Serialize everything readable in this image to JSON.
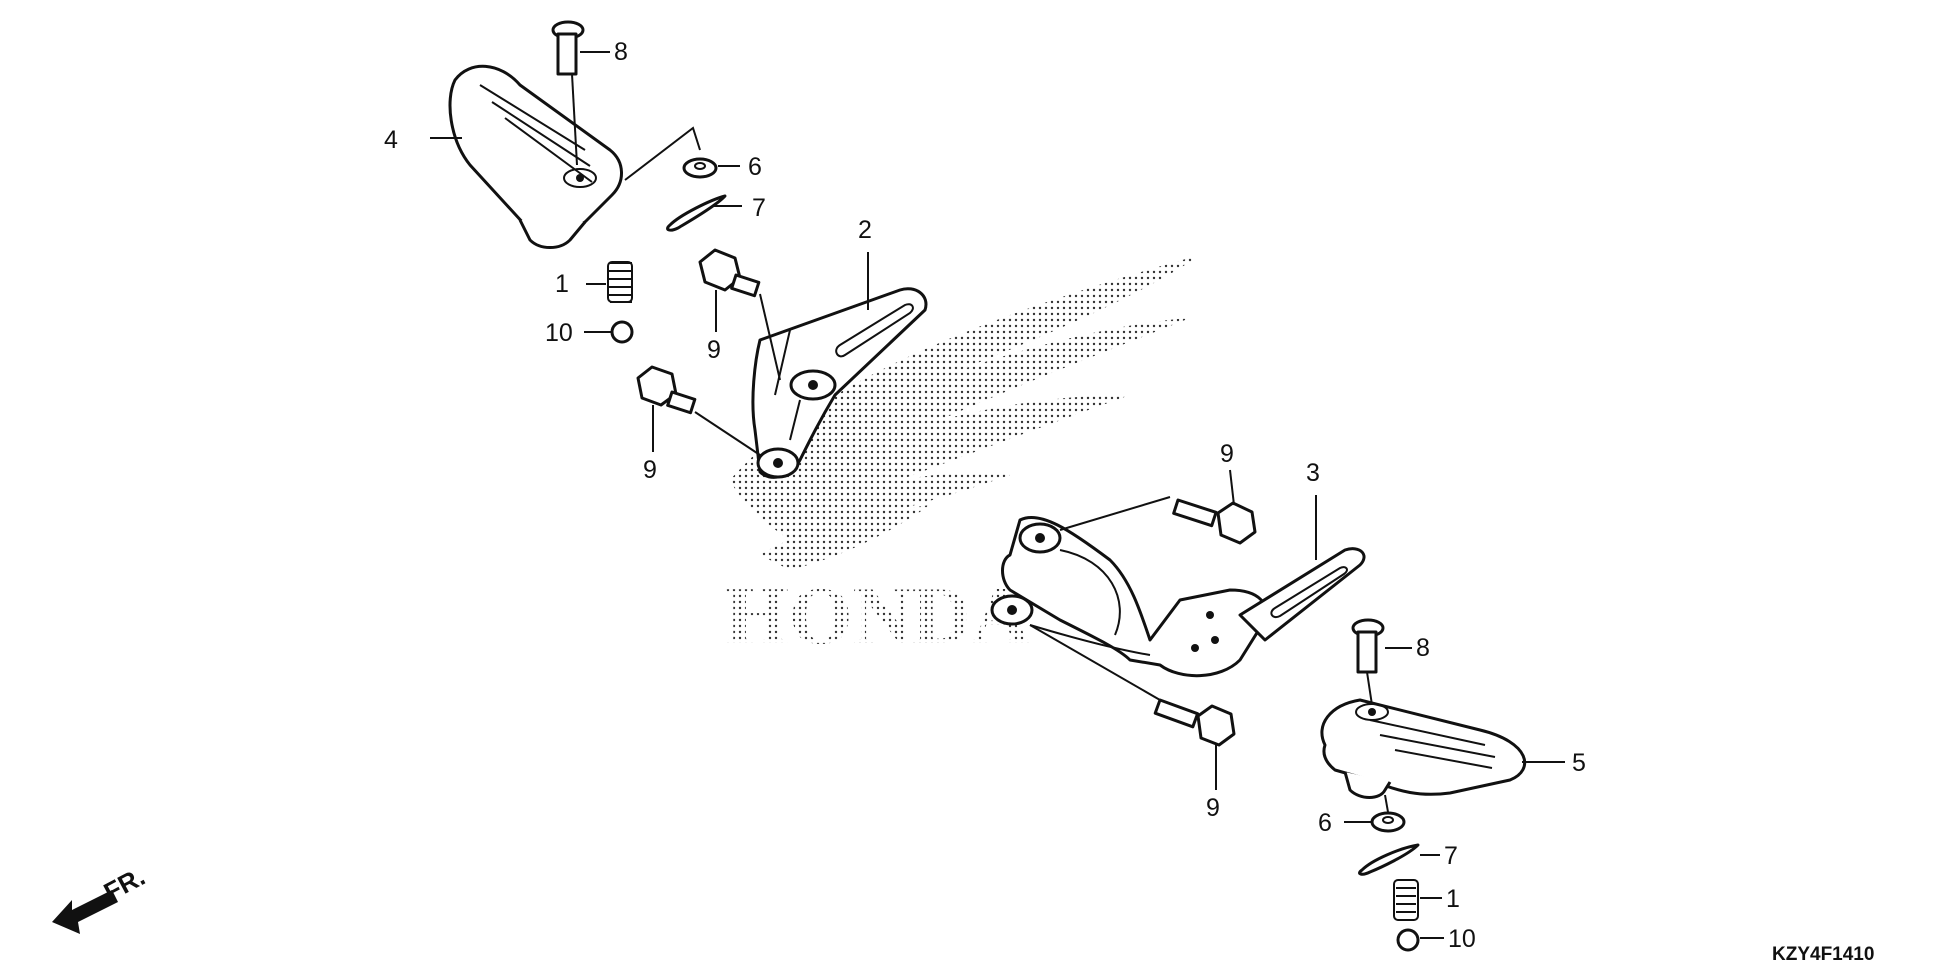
{
  "diagram": {
    "watermark_text": "HONDA",
    "catalog_code": "KZY4F1410",
    "front_indicator": "FR.",
    "callouts": {
      "left_peg_spring": "1",
      "left_peg_ball": "10",
      "left_peg_pin": "8",
      "left_peg": "4",
      "left_peg_washer": "6",
      "left_peg_cotter": "7",
      "left_bracket": "2",
      "left_bracket_bolt_upper": "9",
      "left_bracket_bolt_lower": "9",
      "right_bracket": "3",
      "right_bracket_bolt_upper": "9",
      "right_bracket_bolt_lower": "9",
      "right_peg_pin": "8",
      "right_peg": "5",
      "right_peg_washer": "6",
      "right_peg_cotter": "7",
      "right_peg_spring": "1",
      "right_peg_ball": "10"
    }
  }
}
